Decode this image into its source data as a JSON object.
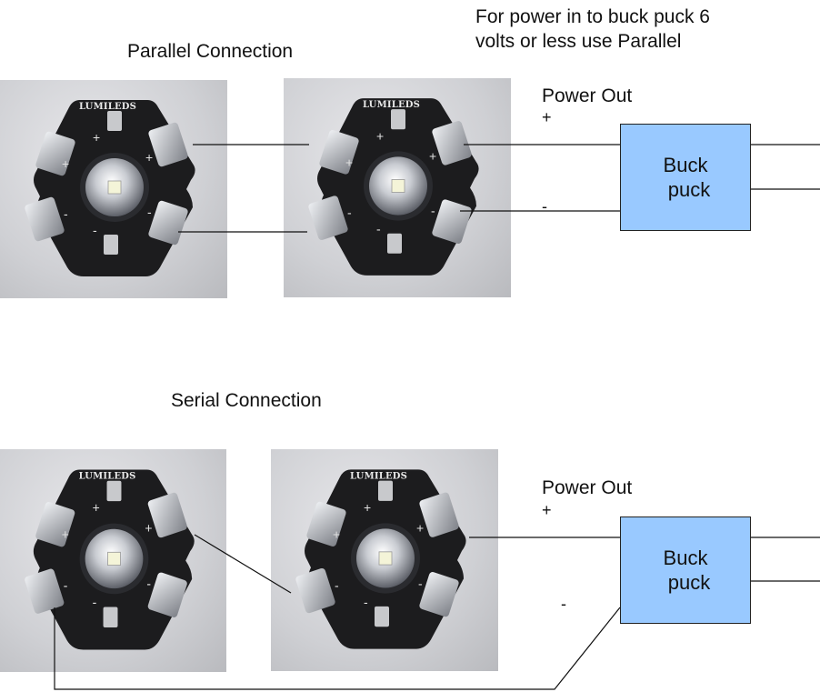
{
  "note": {
    "line1": "For power in to buck puck 6",
    "line2": "volts or less use Parallel"
  },
  "parallel": {
    "title": "Parallel Connection",
    "power_out_label": "Power Out",
    "plus": "+",
    "minus": "-",
    "buck_line1": "Buck",
    "buck_line2": "puck"
  },
  "serial": {
    "title": "Serial Connection",
    "power_out_label": "Power Out",
    "plus": "+",
    "minus": "-",
    "buck_line1": "Buck",
    "buck_line2": "puck"
  },
  "led": {
    "brand": "LUMILEDS",
    "plus": "+",
    "minus": "-"
  },
  "colors": {
    "buck_fill": "#99c9ff",
    "wire": "#111111",
    "board": "#1c1c1e"
  }
}
